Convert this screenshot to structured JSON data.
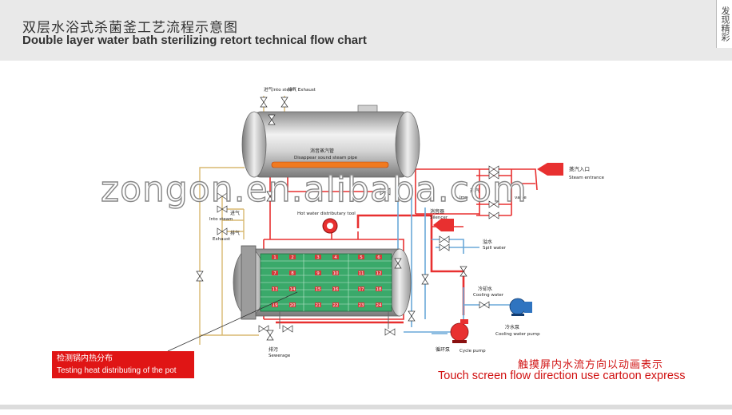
{
  "header": {
    "title_cn": "双层水浴式杀菌釜工艺流程示意图",
    "title_en": "Double layer water bath sterilizing retort technical flow chart",
    "side_tab": "发现精彩"
  },
  "labels": {
    "top_into_steam": "进气Into steam",
    "top_exhaust": "排气 Exhaust",
    "pipe_cn": "消音蒸汽管",
    "pipe_en": "Disappear sound steam pipe",
    "left_into_steam_cn": "进气",
    "left_into_steam_en": "Into steam",
    "left_exhaust_cn": "排气",
    "left_exhaust_en": "Exhaust",
    "hot_water_tool": "Hot water distributary tool",
    "steam_entrance_cn": "蒸汽入口",
    "steam_entrance_en": "Steam entrance",
    "silencer_cn": "消音器",
    "silencer_en": "Silencer",
    "spill_cn": "溢水",
    "spill_en": "Spill water",
    "cooling_water_cn": "冷却水",
    "cooling_water_en": "Cooling water",
    "cooling_pump_cn": "冷水泵",
    "cooling_pump_en": "Cooling water pump",
    "cycle_pump_cn": "循环泵",
    "cycle_pump_en": "Cycle pump",
    "sewerage_cn": "排污",
    "sewerage_en": "Sewerage",
    "partial_center_1": "蒸汽",
    "partial_center_2": "Imp",
    "partial_center_3": "valve"
  },
  "tray_numbers": [
    "1",
    "2",
    "3",
    "4",
    "5",
    "6",
    "7",
    "8",
    "9",
    "10",
    "11",
    "12",
    "13",
    "14",
    "15",
    "16",
    "17",
    "18",
    "19",
    "20",
    "21",
    "22",
    "23",
    "24"
  ],
  "note": {
    "cn": "检测锅内热分布",
    "en": "Testing heat distributing of the pot"
  },
  "touch": {
    "cn": "触摸屏内水流方向以动画表示",
    "en": "Touch screen flow direction use cartoon express"
  },
  "watermark": "zongon.en.alibaba.com",
  "colors": {
    "steam_red": "#e83030",
    "water_blue": "#6aa8d8",
    "air_tan": "#d8b870",
    "tray_green": "#2f9a5c",
    "tank_gray": "#b9b9b9"
  }
}
